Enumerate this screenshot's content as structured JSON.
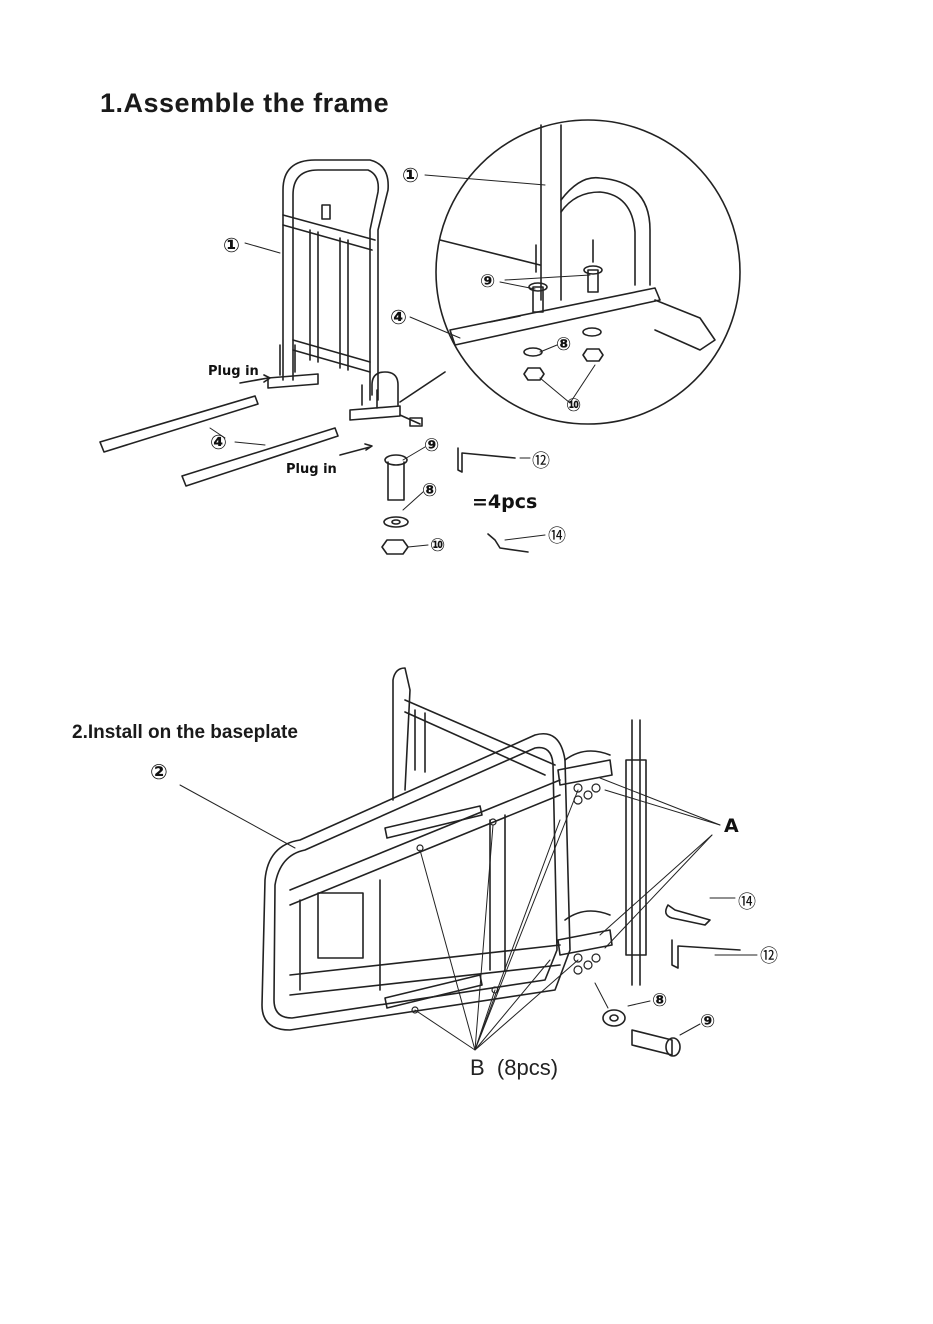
{
  "step1": {
    "title": "1.Assemble the frame",
    "plug_in_1": "Plug in",
    "plug_in_2": "Plug in",
    "quantity": "=4pcs",
    "callouts": {
      "frame": "①",
      "frame_detail": "①",
      "rail": "④",
      "rail_detail": "④",
      "bolt": "⑨",
      "bolt_detail": "⑨",
      "washer": "⑧",
      "washer_detail": "⑧",
      "nut": "⑩",
      "nut_detail": "⑩",
      "hex_key": "⑫",
      "wrench": "⑭"
    }
  },
  "step2": {
    "title": "2.Install on the baseplate",
    "callouts": {
      "baseplate": "②",
      "point_a": "A",
      "point_b": "B  (8pcs)",
      "wrench": "⑭",
      "hex_key": "⑫",
      "washer": "⑧",
      "bolt": "⑨"
    }
  },
  "colors": {
    "line": "#222222",
    "background": "#ffffff"
  }
}
